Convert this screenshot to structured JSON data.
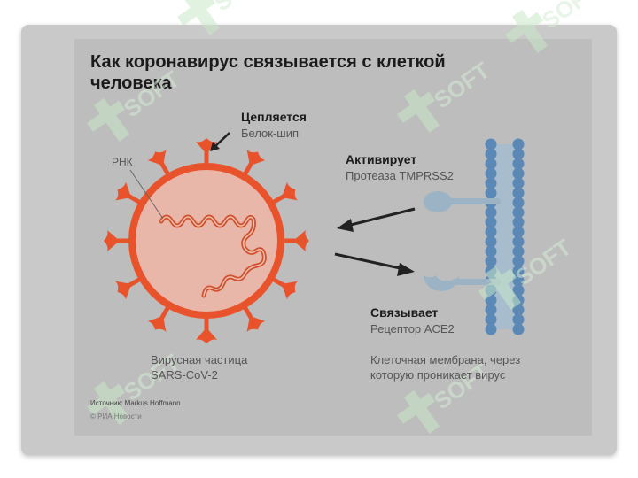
{
  "title_line1": "Как коронавирус связывается с клеткой",
  "title_line2": "человека",
  "labels": {
    "attach_title": "Цепляется",
    "attach_sub": "Белок-шип",
    "rna": "РНК",
    "activate_title": "Активирует",
    "activate_sub": "Протеаза TMPRSS2",
    "bind_title": "Связывает",
    "bind_sub": "Рецептор ACE2",
    "virus_line1": "Вирусная частица",
    "virus_line2": "SARS-CoV-2",
    "membrane_line1": "Клеточная мембрана, через",
    "membrane_line2": "которую проникает вирус"
  },
  "footer": {
    "source": "Источник: Markus Hoffmann",
    "copyright": "© РИА Новости"
  },
  "watermark": "SOFT",
  "colors": {
    "virus": "#e8532b",
    "virus_fill": "#e9b7aa",
    "rna": "#d2502c",
    "membrane": "#5b88b5",
    "receptor": "#9bb3c4",
    "arrow": "#222222"
  }
}
